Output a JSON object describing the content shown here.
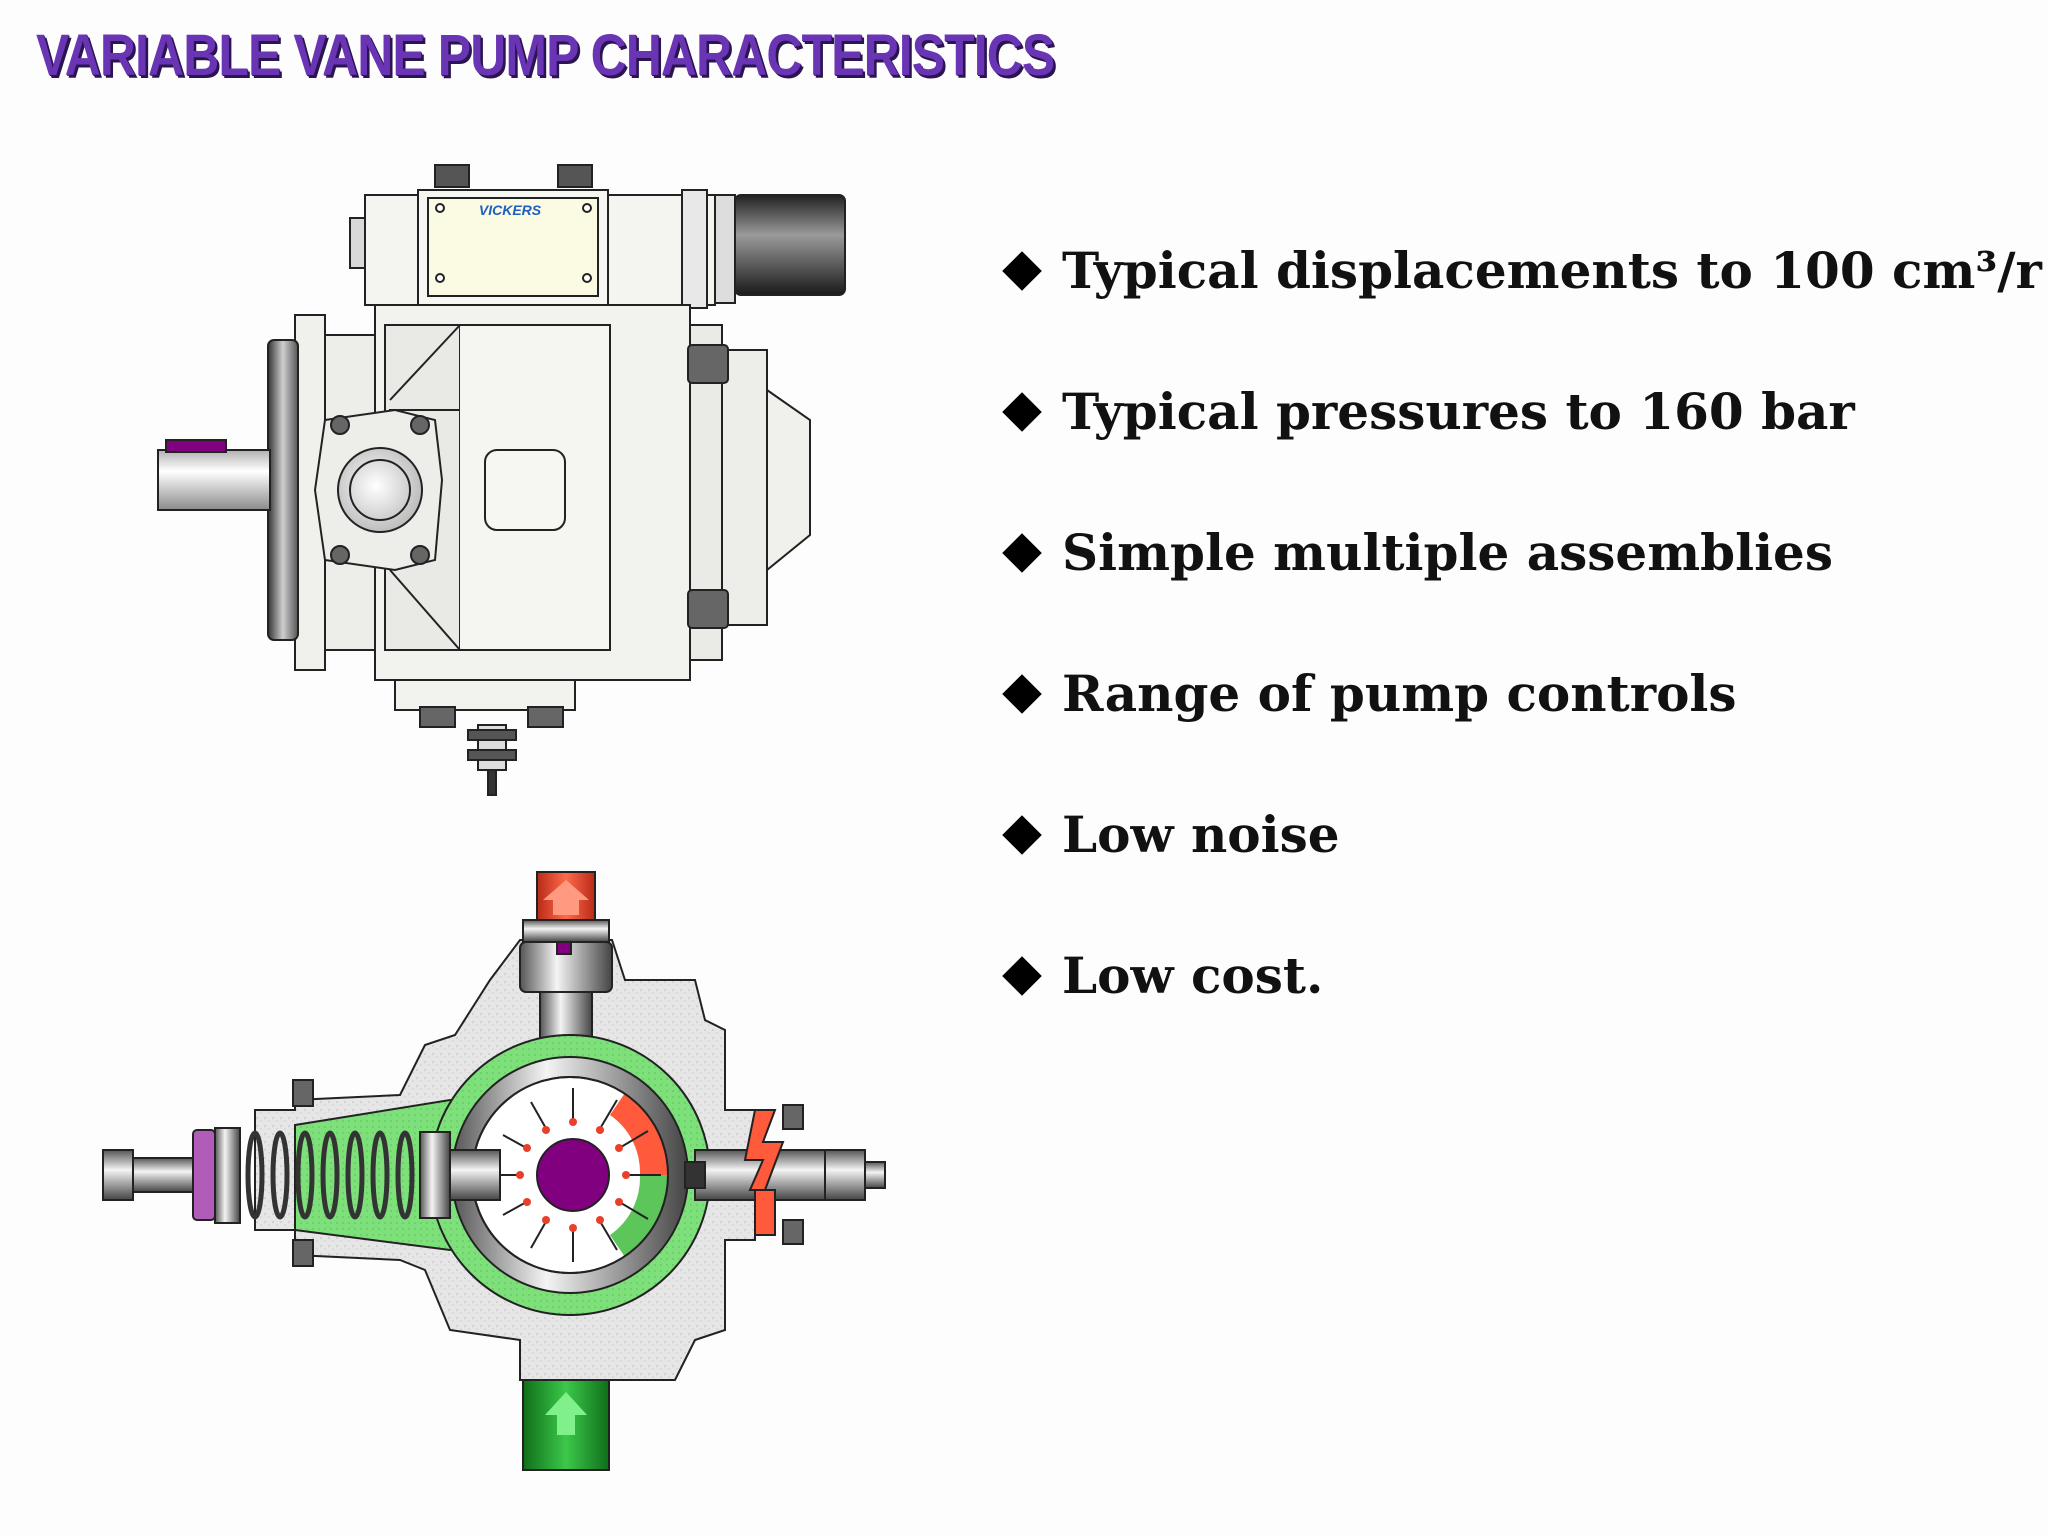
{
  "slide": {
    "title": "VARIABLE VANE PUMP CHARACTERISTICS",
    "title_color": "#6a35b5"
  },
  "exterior_view": {
    "nameplate_logo": "VICKERS",
    "body_color": "#f2f2ee",
    "shaft_key_color": "#800080"
  },
  "section_view": {
    "outlet_color": "#e8402a",
    "inlet_color": "#1f9a2e",
    "fluid_color": "#7ee07a",
    "rotor_color": "#800080"
  },
  "bullets": [
    {
      "text": "Typical displacements to 100 cm³/r"
    },
    {
      "text": "Typical pressures to 160 bar"
    },
    {
      "text": "Simple multiple assemblies"
    },
    {
      "text": "Range of pump controls"
    },
    {
      "text": "Low noise"
    },
    {
      "text": "Low cost."
    }
  ]
}
